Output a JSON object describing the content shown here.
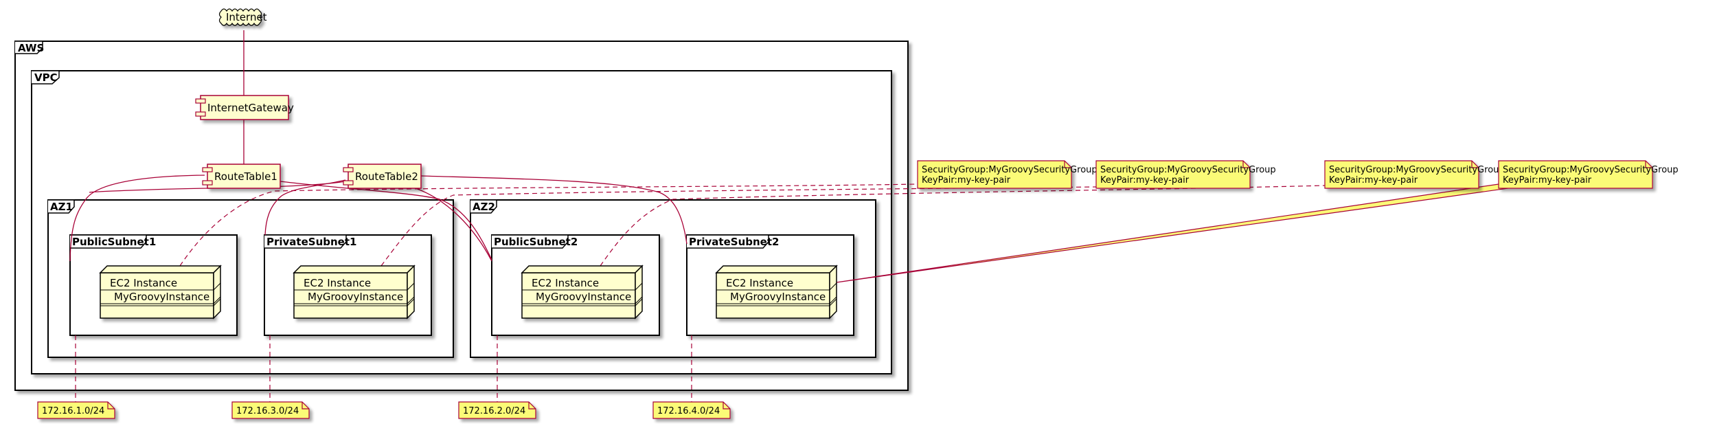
{
  "diagram": {
    "cloud": {
      "label": "Internet"
    },
    "frames": {
      "aws": "AWS",
      "vpc": "VPC",
      "az1": "AZ1",
      "az2": "AZ2",
      "public_subnet1": "PublicSubnet1",
      "private_subnet1": "PrivateSubnet1",
      "public_subnet2": "PublicSubnet2",
      "private_subnet2": "PrivateSubnet2"
    },
    "components": {
      "internet_gateway": "InternetGateway",
      "route_table1": "RouteTable1",
      "route_table2": "RouteTable2"
    },
    "instances": [
      {
        "type": "EC2 Instance",
        "name": "MyGroovyInstance"
      },
      {
        "type": "EC2 Instance",
        "name": "MyGroovyInstance"
      },
      {
        "type": "EC2 Instance",
        "name": "MyGroovyInstance"
      },
      {
        "type": "EC2 Instance",
        "name": "MyGroovyInstance"
      }
    ],
    "security_notes": [
      {
        "line1": "SecurityGroup:MyGroovySecurityGroup",
        "line2": "KeyPair:my-key-pair"
      },
      {
        "line1": "SecurityGroup:MyGroovySecurityGroup",
        "line2": "KeyPair:my-key-pair"
      },
      {
        "line1": "SecurityGroup:MyGroovySecurityGroup",
        "line2": "KeyPair:my-key-pair"
      },
      {
        "line1": "SecurityGroup:MyGroovySecurityGroup",
        "line2": "KeyPair:my-key-pair"
      }
    ],
    "cidr_notes": [
      "172.16.1.0/24",
      "172.16.3.0/24",
      "172.16.2.0/24",
      "172.16.4.0/24"
    ],
    "colors": {
      "line": "#A80036",
      "node_fill": "#FEFECE",
      "note_fill": "#FBFB77",
      "frame_stroke": "#000000"
    }
  }
}
